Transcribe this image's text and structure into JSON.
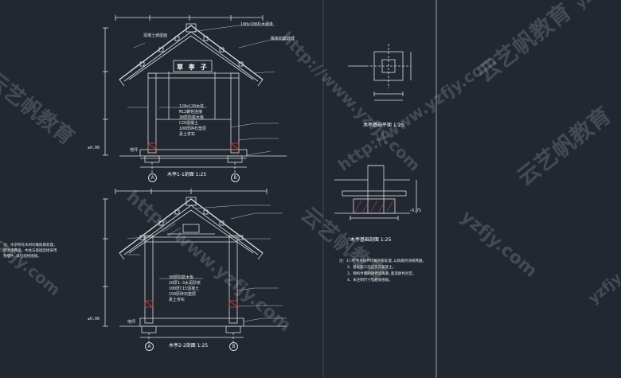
{
  "watermark": {
    "brand_cn": "云艺帆教育",
    "url": "http://www.yzfjy.com",
    "domain": "yzfjy.com",
    "partial_top_right": "yzfjy"
  },
  "drawing": {
    "section_1": {
      "title": "木亭1-1剖面  1:25",
      "sign_text": "草 亭 子",
      "grid_a": "A",
      "grid_b": "B",
      "elevation": "±0.00",
      "ground": "地坪",
      "roof_notes": [
        "混凝土坡屋面",
        "100x100杉木檩条",
        "椽条防腐处理"
      ],
      "wall_notes": [
        "120x120木柱",
        "M12螺栓连接",
        "30厚防腐木板",
        "C20混凝土",
        "100厚碎石垫层",
        "素土夯实"
      ]
    },
    "section_2": {
      "title": "木亭2-2剖面  1:25",
      "grid_a": "A",
      "grid_b": "B",
      "elevation": "±0.00",
      "ground": "地坪",
      "wall_notes": [
        "30厚防腐木板",
        "20厚1:3水泥砂浆",
        "100厚C15混凝土",
        "150厚碎石垫层",
        "素土夯实"
      ]
    },
    "detail_plan": {
      "title": "木亭基础平面  1:25"
    },
    "detail_section": {
      "title": "木亭基础剖面  1:25",
      "elevation": "-0.75"
    },
    "notes_left": [
      "注：木亭所有木材均做防腐处理,",
      "刷清漆两遍。木柱与基础连接采用",
      "预埋件,详见结构图纸。"
    ],
    "notes_right": [
      "注：1、所有木构件均做防腐处理,以防腐剂涂刷两遍。",
      "2、基础施工前应夯实基底土。",
      "3、钢构件需刷防锈漆两遍,面漆颜色另定。",
      "4、未注明尺寸见相关图纸。"
    ]
  },
  "colors": {
    "background": "#222831",
    "line": "#dcdcdc",
    "accent_red": "#ff4a4a",
    "watermark": "#ffffff"
  }
}
